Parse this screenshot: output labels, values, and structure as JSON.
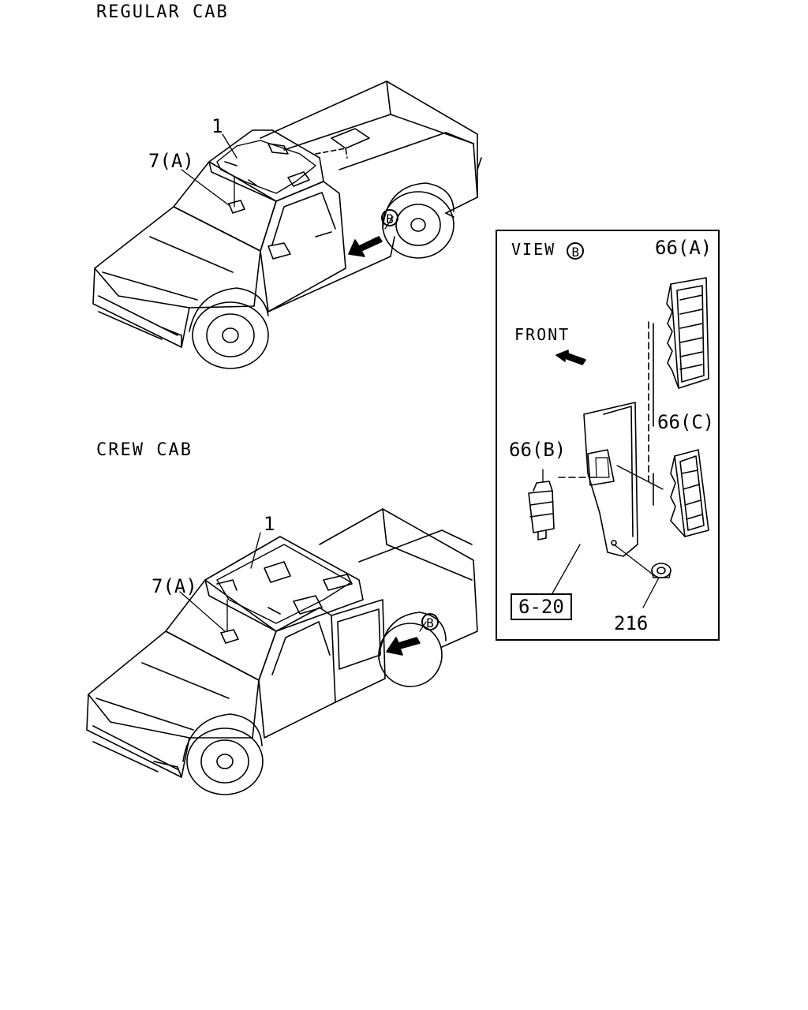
{
  "headings": {
    "regular_cab": "REGULAR CAB",
    "crew_cab": "CREW CAB"
  },
  "regular": {
    "part_1": "1",
    "part_7a": "7(A)",
    "view_marker": "B"
  },
  "crew": {
    "part_1": "1",
    "part_7a": "7(A)",
    "view_marker": "B"
  },
  "view_b": {
    "title": "VIEW",
    "marker": "B",
    "front_label": "FRONT",
    "part_66a": "66(A)",
    "part_66b": "66(B)",
    "part_66c": "66(C)",
    "ref_box": "6-20",
    "part_216": "216"
  }
}
